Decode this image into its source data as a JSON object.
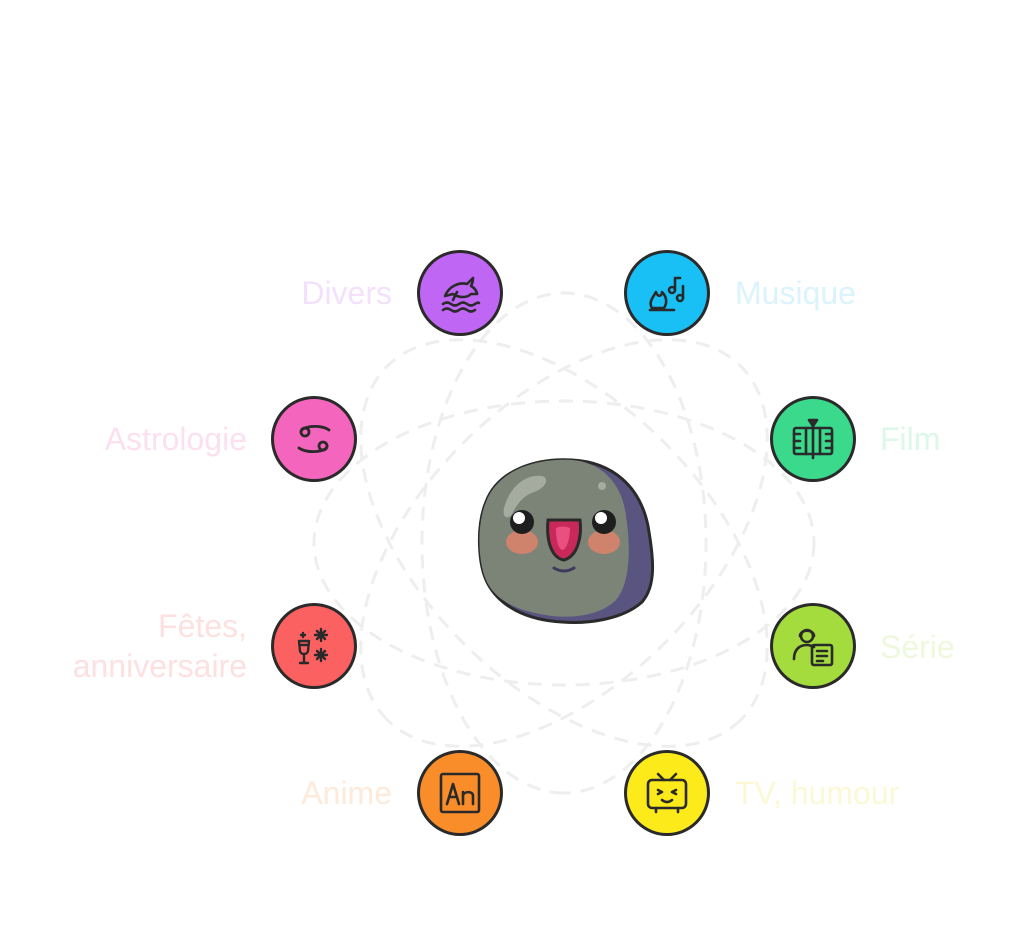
{
  "mascot": {
    "icon": "pebble-mascot-icon"
  },
  "categories": [
    {
      "id": "divers",
      "lines": [
        "Divers"
      ],
      "side": "left",
      "color": "#c066f5",
      "label_color": "#f3e1fb",
      "icon": "dolphin-icon"
    },
    {
      "id": "musique",
      "lines": [
        "Musique"
      ],
      "side": "right",
      "color": "#18c0f5",
      "label_color": "#daf3fc",
      "icon": "music-fire-icon"
    },
    {
      "id": "astrologie",
      "lines": [
        "Astrologie"
      ],
      "side": "left",
      "color": "#f465bd",
      "label_color": "#fce0f0",
      "icon": "cancer-zodiac-icon"
    },
    {
      "id": "film",
      "lines": [
        "Film"
      ],
      "side": "right",
      "color": "#3ad98c",
      "label_color": "#dcf8ea",
      "icon": "film-strip-icon"
    },
    {
      "id": "fetes",
      "lines": [
        "Fêtes,",
        "anniversaire"
      ],
      "side": "left",
      "color": "#fb6161",
      "label_color": "#fde0e0",
      "icon": "champagne-fireworks-icon"
    },
    {
      "id": "serie",
      "lines": [
        "Série"
      ],
      "side": "right",
      "color": "#a3dc3c",
      "label_color": "#eef8dc",
      "icon": "reading-person-icon"
    },
    {
      "id": "anime",
      "lines": [
        "Anime"
      ],
      "side": "left",
      "color": "#f98d2a",
      "label_color": "#fdeadb",
      "icon": "animate-an-icon"
    },
    {
      "id": "tv",
      "lines": [
        "TV, humour"
      ],
      "side": "right",
      "color": "#fcea1a",
      "label_color": "#fcf8d6",
      "icon": "tv-smile-icon"
    }
  ]
}
